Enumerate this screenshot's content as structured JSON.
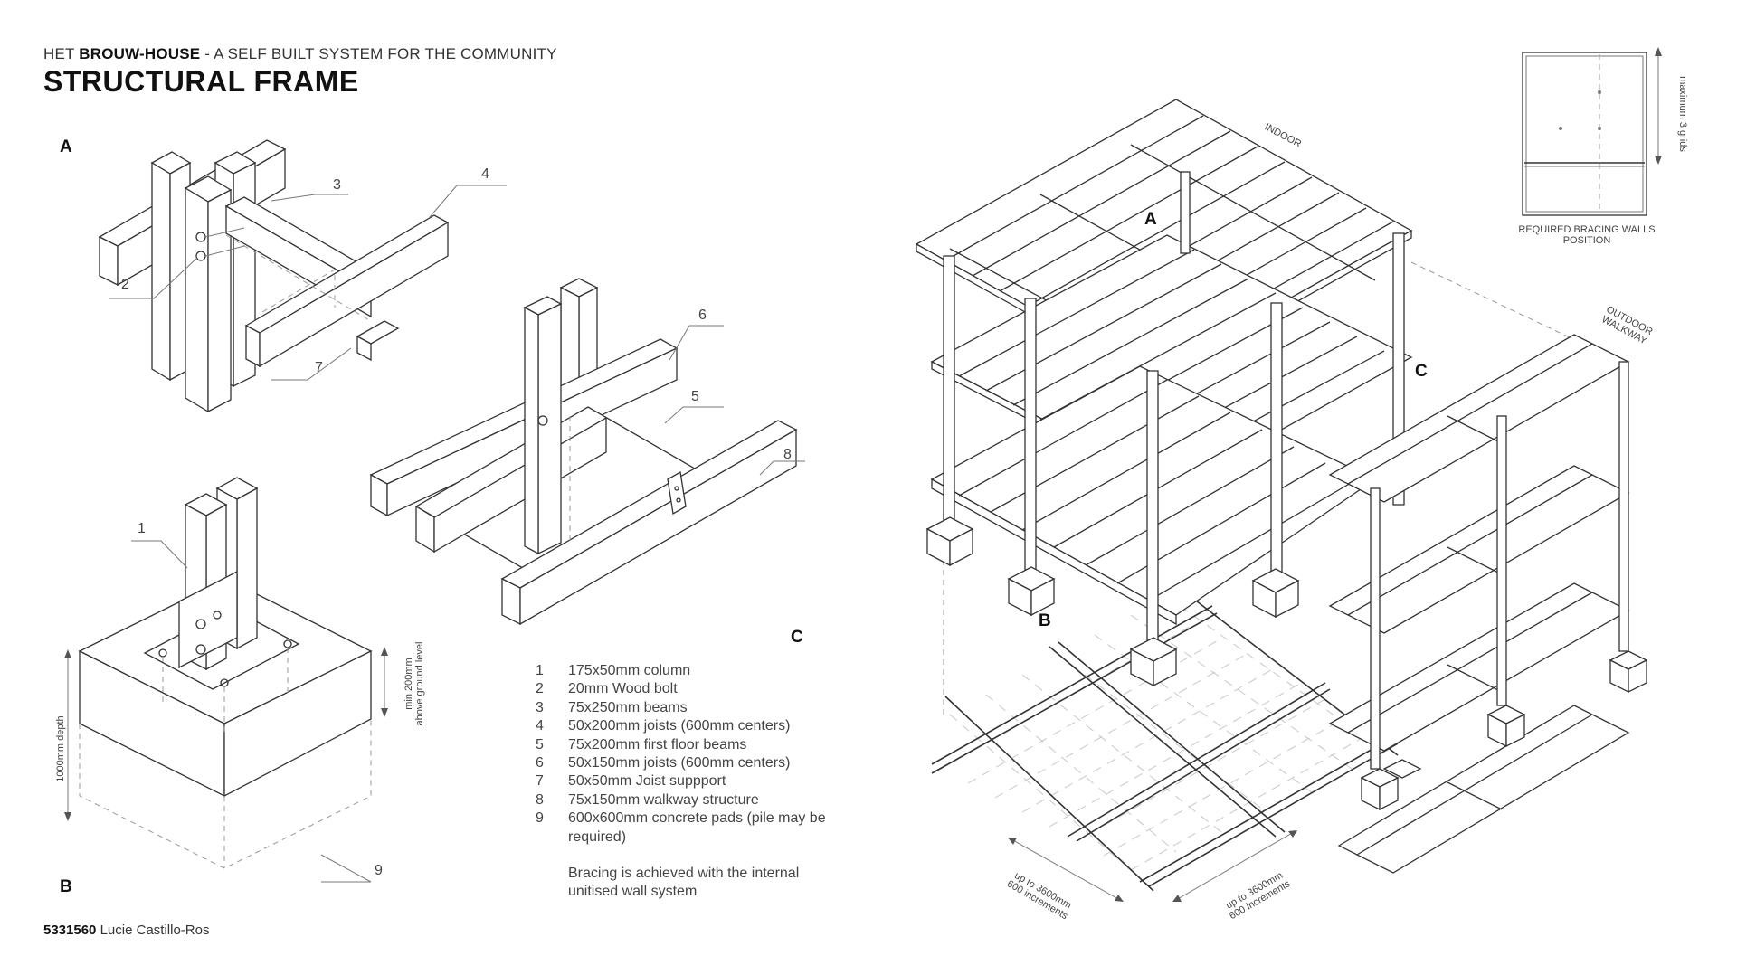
{
  "header": {
    "prefix": "HET",
    "name": "BROUW-HOUSE",
    "tagline": " - A SELF BUILT SYSTEM FOR THE COMMUNITY",
    "title": "STRUCTURAL FRAME"
  },
  "details": {
    "a": "A",
    "b": "B",
    "c": "C"
  },
  "callouts": [
    "1",
    "2",
    "3",
    "4",
    "5",
    "6",
    "7",
    "8",
    "9"
  ],
  "dimensions": {
    "depth": "1000mm depth",
    "ground_1": "min 200mm",
    "ground_2": "above ground level",
    "max_grids": "maximum 3 grids",
    "span_left_1": "up to 3600mm",
    "span_left_2": "600 increments",
    "span_right_1": "up to 3600mm",
    "span_right_2": "600 increments"
  },
  "isometric": {
    "a": "A",
    "b": "B",
    "c": "C",
    "indoor": "INDOOR",
    "outdoor_1": "OUTDOOR",
    "outdoor_2": "WALKWAY"
  },
  "bracing": {
    "label_1": "REQUIRED BRACING WALLS",
    "label_2": "POSITION"
  },
  "legend": [
    {
      "num": "1",
      "text": "175x50mm column"
    },
    {
      "num": "2",
      "text": "20mm Wood bolt"
    },
    {
      "num": "3",
      "text": "75x250mm beams"
    },
    {
      "num": "4",
      "text": "50x200mm joists (600mm centers)"
    },
    {
      "num": "5",
      "text": "75x200mm first floor beams"
    },
    {
      "num": "6",
      "text": "50x150mm joists (600mm centers)"
    },
    {
      "num": "7",
      "text": "50x50mm Joist suppport"
    },
    {
      "num": "8",
      "text": "75x150mm walkway structure"
    },
    {
      "num": "9",
      "text": "600x600mm concrete pads (pile may be required)"
    }
  ],
  "note": "Bracing is achieved with the internal unitised wall system",
  "footer": {
    "id": "5331560",
    "author": "Lucie Castillo-Ros"
  }
}
